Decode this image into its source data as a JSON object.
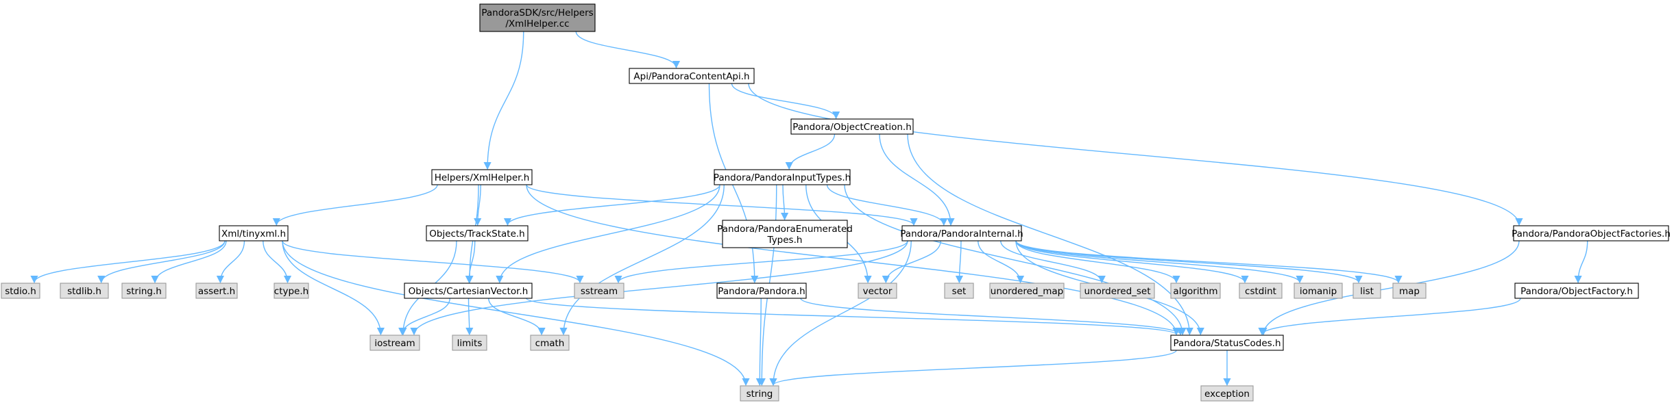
{
  "colors": {
    "edge": "#63b8ff",
    "root_fill": "#999999",
    "file_fill": "#ffffff",
    "system_fill": "#e0e0e0",
    "border_dark": "#000000",
    "border_system": "#999999"
  },
  "diagram": {
    "type": "include-dependency-graph",
    "nodes": [
      {
        "id": "root",
        "kind": "root",
        "lines": [
          "PandoraSDK/src/Helpers",
          "/XmlHelper.cc"
        ]
      },
      {
        "id": "api",
        "kind": "file",
        "lines": [
          "Api/PandoraContentApi.h"
        ]
      },
      {
        "id": "objcreation",
        "kind": "file",
        "lines": [
          "Pandora/ObjectCreation.h"
        ]
      },
      {
        "id": "xmlhelper",
        "kind": "file",
        "lines": [
          "Helpers/XmlHelper.h"
        ]
      },
      {
        "id": "inputtypes",
        "kind": "file",
        "lines": [
          "Pandora/PandoraInputTypes.h"
        ]
      },
      {
        "id": "tinyxml",
        "kind": "file",
        "lines": [
          "Xml/tinyxml.h"
        ]
      },
      {
        "id": "trackstate",
        "kind": "file",
        "lines": [
          "Objects/TrackState.h"
        ]
      },
      {
        "id": "enumtypes",
        "kind": "file",
        "lines": [
          "Pandora/PandoraEnumerated",
          "Types.h"
        ]
      },
      {
        "id": "internal",
        "kind": "file",
        "lines": [
          "Pandora/PandoraInternal.h"
        ]
      },
      {
        "id": "factories",
        "kind": "file",
        "lines": [
          "Pandora/PandoraObjectFactories.h"
        ]
      },
      {
        "id": "cartesian",
        "kind": "file",
        "lines": [
          "Objects/CartesianVector.h"
        ]
      },
      {
        "id": "pandora",
        "kind": "file",
        "lines": [
          "Pandora/Pandora.h"
        ]
      },
      {
        "id": "objfactory",
        "kind": "file",
        "lines": [
          "Pandora/ObjectFactory.h"
        ]
      },
      {
        "id": "statuscodes",
        "kind": "file",
        "lines": [
          "Pandora/StatusCodes.h"
        ]
      },
      {
        "id": "stdio",
        "kind": "system",
        "lines": [
          "stdio.h"
        ]
      },
      {
        "id": "stdlib",
        "kind": "system",
        "lines": [
          "stdlib.h"
        ]
      },
      {
        "id": "stringh",
        "kind": "system",
        "lines": [
          "string.h"
        ]
      },
      {
        "id": "asserth",
        "kind": "system",
        "lines": [
          "assert.h"
        ]
      },
      {
        "id": "ctype",
        "kind": "system",
        "lines": [
          "ctype.h"
        ]
      },
      {
        "id": "sstream",
        "kind": "system",
        "lines": [
          "sstream"
        ]
      },
      {
        "id": "vector",
        "kind": "system",
        "lines": [
          "vector"
        ]
      },
      {
        "id": "set",
        "kind": "system",
        "lines": [
          "set"
        ]
      },
      {
        "id": "umap",
        "kind": "system",
        "lines": [
          "unordered_map"
        ]
      },
      {
        "id": "uset",
        "kind": "system",
        "lines": [
          "unordered_set"
        ]
      },
      {
        "id": "algorithm",
        "kind": "system",
        "lines": [
          "algorithm"
        ]
      },
      {
        "id": "cstdint",
        "kind": "system",
        "lines": [
          "cstdint"
        ]
      },
      {
        "id": "iomanip",
        "kind": "system",
        "lines": [
          "iomanip"
        ]
      },
      {
        "id": "list",
        "kind": "system",
        "lines": [
          "list"
        ]
      },
      {
        "id": "map",
        "kind": "system",
        "lines": [
          "map"
        ]
      },
      {
        "id": "iostream",
        "kind": "system",
        "lines": [
          "iostream"
        ]
      },
      {
        "id": "limits",
        "kind": "system",
        "lines": [
          "limits"
        ]
      },
      {
        "id": "cmath",
        "kind": "system",
        "lines": [
          "cmath"
        ]
      },
      {
        "id": "string",
        "kind": "system",
        "lines": [
          "string"
        ]
      },
      {
        "id": "exception",
        "kind": "system",
        "lines": [
          "exception"
        ]
      }
    ],
    "edges": [
      [
        "root",
        "api"
      ],
      [
        "root",
        "xmlhelper"
      ],
      [
        "api",
        "objcreation"
      ],
      [
        "api",
        "factories"
      ],
      [
        "api",
        "pandora"
      ],
      [
        "objcreation",
        "inputtypes"
      ],
      [
        "objcreation",
        "internal"
      ],
      [
        "objcreation",
        "statuscodes"
      ],
      [
        "xmlhelper",
        "tinyxml"
      ],
      [
        "xmlhelper",
        "trackstate"
      ],
      [
        "xmlhelper",
        "cartesian"
      ],
      [
        "xmlhelper",
        "internal"
      ],
      [
        "xmlhelper",
        "statuscodes"
      ],
      [
        "inputtypes",
        "trackstate"
      ],
      [
        "inputtypes",
        "cartesian"
      ],
      [
        "inputtypes",
        "enumtypes"
      ],
      [
        "inputtypes",
        "internal"
      ],
      [
        "inputtypes",
        "vector"
      ],
      [
        "inputtypes",
        "cmath"
      ],
      [
        "inputtypes",
        "string"
      ],
      [
        "inputtypes",
        "statuscodes"
      ],
      [
        "tinyxml",
        "stdio"
      ],
      [
        "tinyxml",
        "stdlib"
      ],
      [
        "tinyxml",
        "stringh"
      ],
      [
        "tinyxml",
        "asserth"
      ],
      [
        "tinyxml",
        "ctype"
      ],
      [
        "tinyxml",
        "iostream"
      ],
      [
        "tinyxml",
        "sstream"
      ],
      [
        "tinyxml",
        "string"
      ],
      [
        "trackstate",
        "cartesian"
      ],
      [
        "trackstate",
        "iostream"
      ],
      [
        "internal",
        "sstream"
      ],
      [
        "internal",
        "iostream"
      ],
      [
        "internal",
        "vector"
      ],
      [
        "internal",
        "set"
      ],
      [
        "internal",
        "umap"
      ],
      [
        "internal",
        "uset"
      ],
      [
        "internal",
        "algorithm"
      ],
      [
        "internal",
        "cstdint"
      ],
      [
        "internal",
        "iomanip"
      ],
      [
        "internal",
        "list"
      ],
      [
        "internal",
        "map"
      ],
      [
        "internal",
        "string"
      ],
      [
        "internal",
        "statuscodes"
      ],
      [
        "factories",
        "objfactory"
      ],
      [
        "factories",
        "statuscodes"
      ],
      [
        "cartesian",
        "iostream"
      ],
      [
        "cartesian",
        "limits"
      ],
      [
        "cartesian",
        "cmath"
      ],
      [
        "cartesian",
        "statuscodes"
      ],
      [
        "pandora",
        "statuscodes"
      ],
      [
        "pandora",
        "string"
      ],
      [
        "objfactory",
        "statuscodes"
      ],
      [
        "statuscodes",
        "exception"
      ],
      [
        "statuscodes",
        "string"
      ]
    ]
  }
}
